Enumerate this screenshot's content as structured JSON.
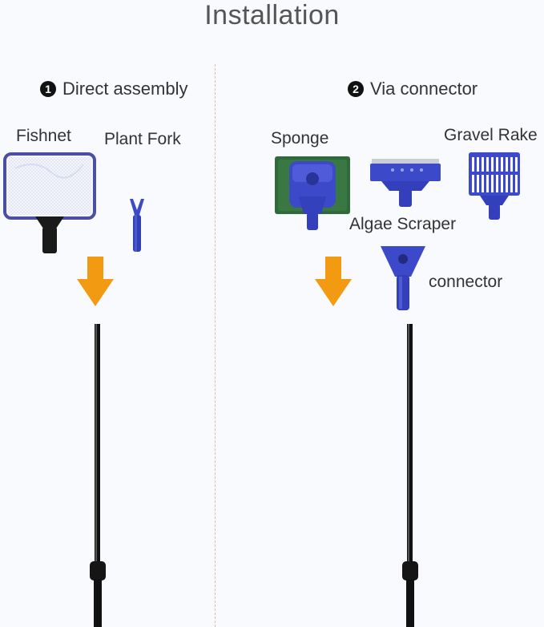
{
  "title": "Installation",
  "left": {
    "step_number": "1",
    "step_label": "Direct assembly",
    "items": [
      "Fishnet",
      "Plant Fork"
    ]
  },
  "right": {
    "step_number": "2",
    "step_label": "Via connector",
    "items": [
      "Sponge",
      "Gravel Rake",
      "Algae Scraper",
      "connector"
    ]
  },
  "colors": {
    "arrow": "#f29a12",
    "tool_blue": "#3c49c9",
    "pole": "#111111",
    "divider": "#e9b79c"
  },
  "icons": [
    "fishnet-icon",
    "plant-fork-icon",
    "sponge-icon",
    "algae-scraper-icon",
    "gravel-rake-icon",
    "connector-icon",
    "arrow-down-icon",
    "pole-icon"
  ]
}
